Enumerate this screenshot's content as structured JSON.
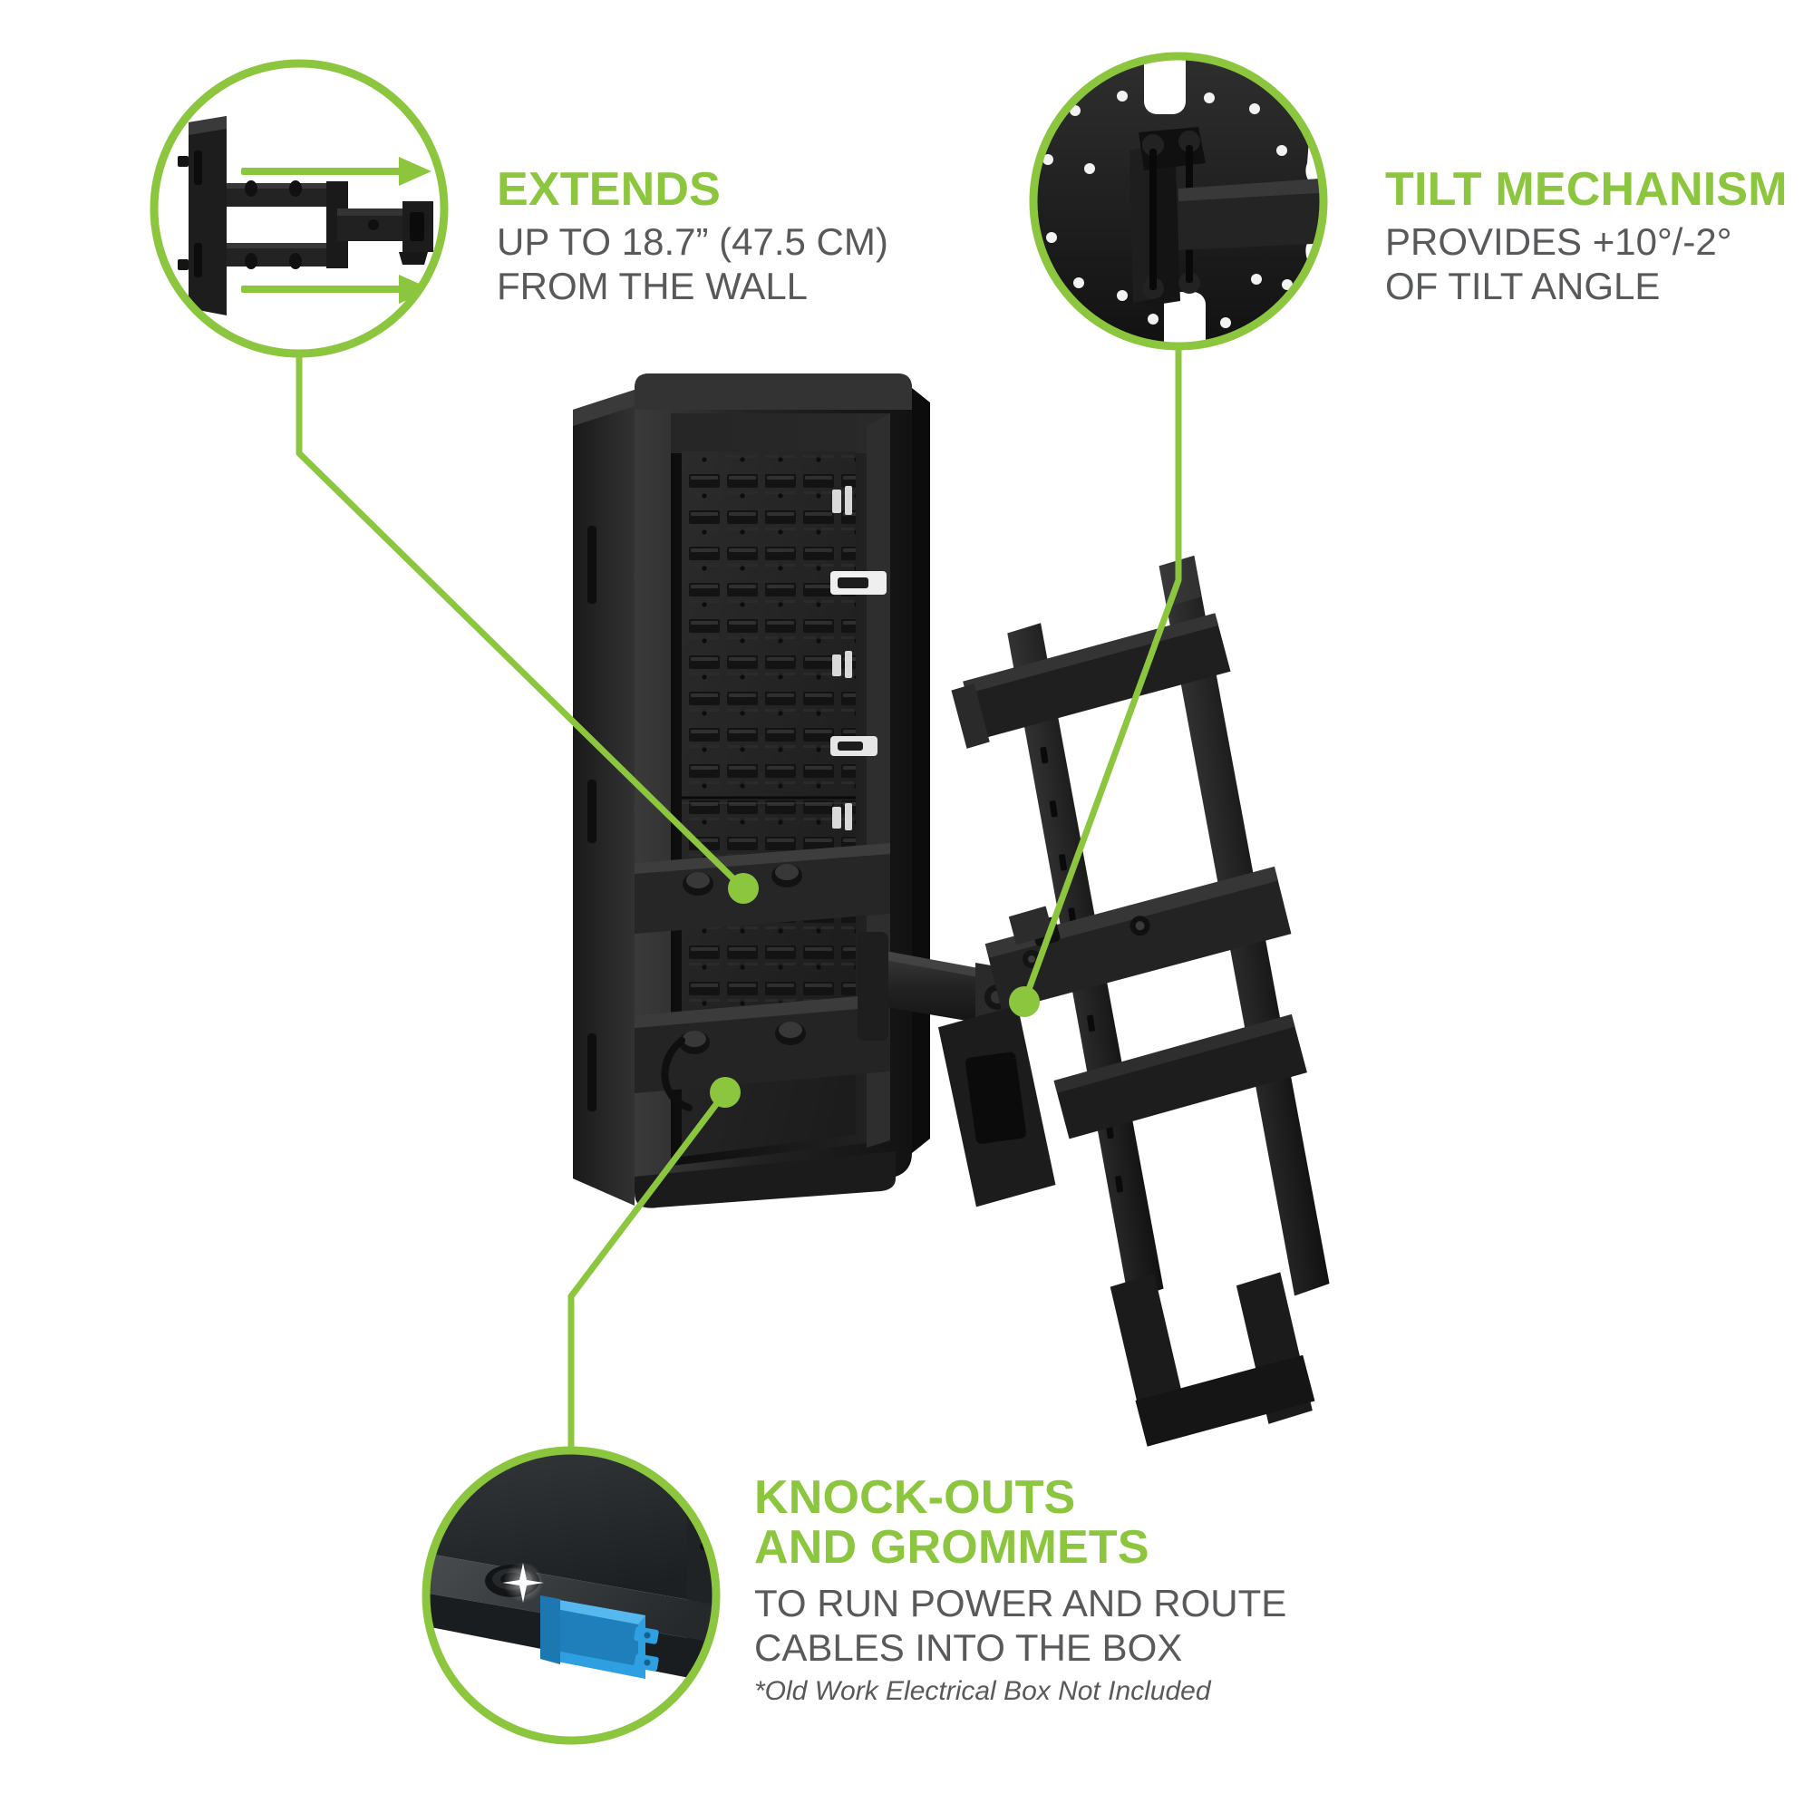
{
  "accent_color": "#8cc63f",
  "body_text_color": "#58595b",
  "background_color": "#ffffff",
  "product_color": "#262626",
  "electrical_box_color": "#2e9fe0",
  "callouts": [
    {
      "id": "extends",
      "title": "EXTENDS",
      "subtitle_lines": [
        "UP TO 18.7” (47.5 CM)",
        "FROM THE WALL"
      ],
      "note": "",
      "bubble_image": "articulating-arm-side-view",
      "bubble_arrows": 2
    },
    {
      "id": "tilt",
      "title": "TILT MECHANISM",
      "subtitle_lines": [
        "PROVIDES +10°/-2°",
        "OF TILT ANGLE"
      ],
      "note": "",
      "bubble_image": "vesa-plate-tilt-hardware",
      "bubble_arrows": 0
    },
    {
      "id": "knockouts",
      "title": "KNOCK-OUTS\nAND GROMMETS",
      "subtitle_lines": [
        "TO RUN POWER AND ROUTE",
        "CABLES INTO THE BOX"
      ],
      "note": "*Old Work Electrical Box Not Included",
      "bubble_image": "grommet-and-electrical-box",
      "bubble_arrows": 0
    }
  ],
  "product": {
    "name": "in-wall-recessed-tv-mount-box",
    "parts": [
      "recessed-wall-box",
      "perforated-back-panel",
      "articulating-arm",
      "tilt-head-bracket",
      "vertical-vesa-rails",
      "cable-grommets"
    ]
  }
}
